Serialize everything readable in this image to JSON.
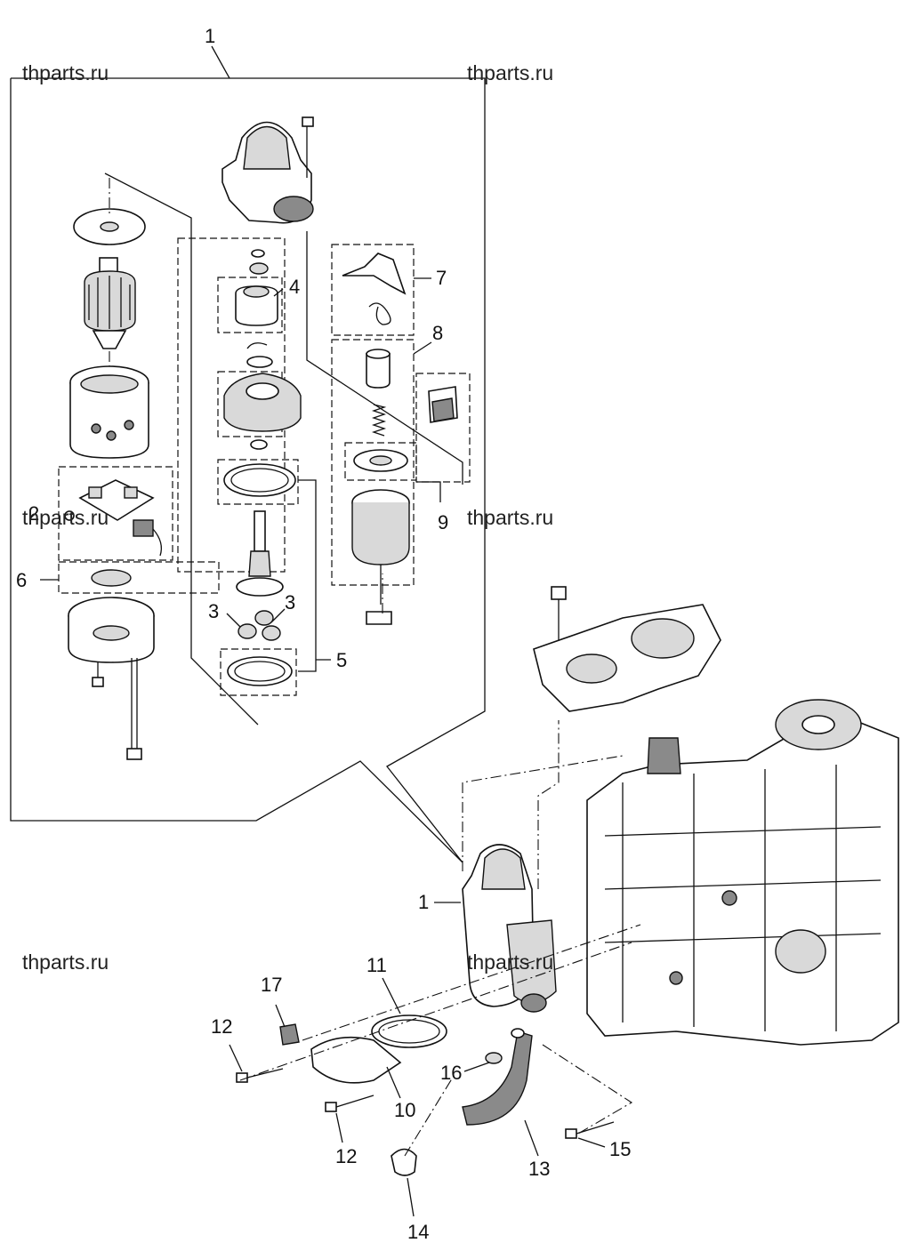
{
  "watermarks": [
    "thparts.ru",
    "thparts.ru",
    "thparts.ru",
    "thparts.ru",
    "thparts.ru",
    "thparts.ru"
  ],
  "callouts": {
    "c1_top": "1",
    "c1_assembly": "1",
    "c2": "2",
    "c3_left": "3",
    "c3_right": "3",
    "c4": "4",
    "c5": "5",
    "c6": "6",
    "c7": "7",
    "c8": "8",
    "c9": "9",
    "c10": "10",
    "c11": "11",
    "c12_top": "12",
    "c12_bottom": "12",
    "c13": "13",
    "c14": "14",
    "c15": "15",
    "c16": "16",
    "c17": "17"
  }
}
